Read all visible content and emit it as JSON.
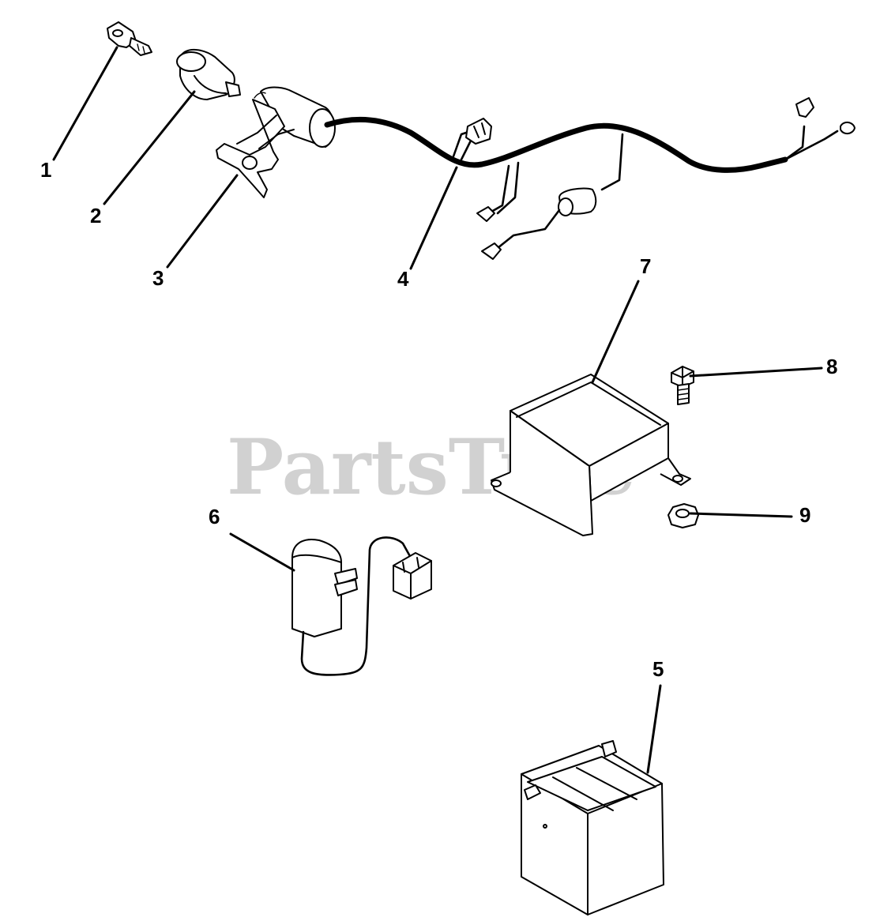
{
  "watermark": "PartsTree",
  "callouts": [
    "1",
    "2",
    "3",
    "4",
    "5",
    "6",
    "7",
    "8",
    "9"
  ],
  "colors": {
    "line": "#000000",
    "background": "#ffffff",
    "watermark": "#c9c9c9"
  }
}
